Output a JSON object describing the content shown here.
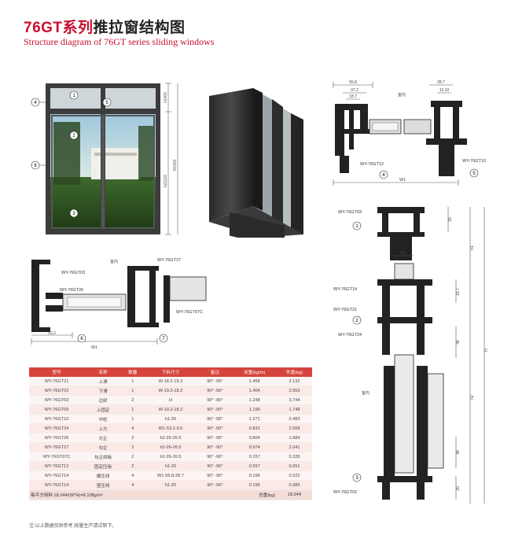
{
  "header": {
    "title_model": "76GT系列",
    "title_cn": "推拉窗结构图",
    "subtitle": "Structure diagram of 76GT series sliding windows"
  },
  "window_diagram": {
    "callouts": [
      "1",
      "2",
      "3",
      "4",
      "5",
      "6"
    ],
    "dimensions": [
      "h1400",
      "H1500",
      "h21120"
    ]
  },
  "section_top_right": {
    "dims": [
      "55.8",
      "37.2",
      "18.7",
      "28.7",
      "10.10"
    ],
    "indoor_label": "室内",
    "labels": [
      "WY-76GT12",
      "WY-76GT10"
    ],
    "callouts": [
      "4",
      "5"
    ],
    "bottom_dim": "W1"
  },
  "section_mid_left": {
    "indoor_label": "室内",
    "labels": [
      "WY-76GT03",
      "WY-76GT27",
      "WY-76GT26",
      "WY-76GT07C"
    ],
    "dims": [
      "53.2",
      "W1"
    ],
    "callouts": [
      "6",
      "7"
    ]
  },
  "section_right": {
    "labels": [
      "WY-76GT03",
      "WY-76GT14",
      "WY-76GT21",
      "WY-76GT24",
      "WY-76GT02"
    ],
    "indoor_label": "室内",
    "dims": [
      "30",
      "26",
      "16.7",
      "48",
      "h1",
      "H",
      "h2",
      "48",
      "20"
    ],
    "callouts": [
      "1",
      "2",
      "3"
    ]
  },
  "table": {
    "headers": [
      "型号",
      "名称",
      "数量",
      "下料尺寸",
      "备注",
      "米重(kg/m)",
      "件重(kg)"
    ],
    "rows": [
      [
        "WY-76GT21",
        "上滑",
        "1",
        "W-18.2-19.2",
        "90° -90°",
        "1.458",
        "2.132"
      ],
      [
        "WY-76GT02",
        "下滑",
        "1",
        "W-19.2-18.2",
        "90° -90°",
        "1.404",
        "2.053"
      ],
      [
        "WY-76GT03",
        "边封",
        "2",
        "H",
        "90° -90°",
        "1.248",
        "3.744"
      ],
      [
        "WY-76GT09",
        "上固定",
        "1",
        "W-19.2-18.2",
        "90° -90°",
        "1.196",
        "1.748"
      ],
      [
        "WY-76GT10",
        "中柱",
        "1",
        "h1-20",
        "90° -90°",
        "1.271",
        "0.483"
      ],
      [
        "WY-76GT24",
        "上方",
        "4",
        "W1-53.2-9.5",
        "90° -90°",
        "0.831",
        "2.558"
      ],
      [
        "WY-76GT26",
        "光企",
        "2",
        "h2-26-26.5",
        "90° -90°",
        "0.804",
        "1.684"
      ],
      [
        "WY-76GT27",
        "勾企",
        "2",
        "h2-26-26.5",
        "90° -90°",
        "0.974",
        "2.041"
      ],
      [
        "WY-76GT07C",
        "勾企拼板",
        "2",
        "h2-26-26.5",
        "90° -90°",
        "0.157",
        "0.328"
      ],
      [
        "WY-76GT12",
        "固定压板",
        "2",
        "h1-20",
        "90° -90°",
        "0.557",
        "0.651"
      ],
      [
        "WY-76GT14",
        "横压线",
        "4",
        "W1-55.8-28.7",
        "90° -90°",
        "0.196",
        "0.522"
      ],
      [
        "WY-76GT14",
        "竖压线",
        "4",
        "h1-20",
        "90° -90°",
        "0.196",
        "0.389"
      ]
    ],
    "footer_left": "每平方用料:18.244/(W*H)=8.108g/m²",
    "footer_mid": "总重(kg)",
    "footer_total": "18.244"
  },
  "note": "注:以上数据仅供参考,按量生产请试制下。"
}
